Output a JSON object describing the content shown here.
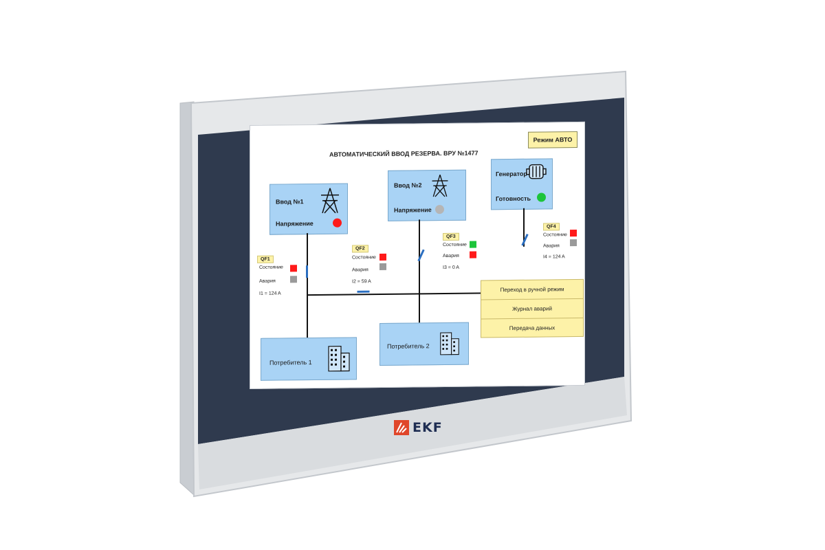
{
  "hmi": {
    "title": "АВТОМАТИЧЕСКИЙ ВВОД РЕЗЕРВА. ВРУ №1477",
    "mode_button": "Режим АВТО",
    "input1": {
      "label": "Ввод №1",
      "voltage_label": "Напряжение",
      "lamp_color": "#ff1a1a"
    },
    "input2": {
      "label": "Ввод №2",
      "voltage_label": "Напряжение",
      "lamp_color": "#b5b5b5"
    },
    "generator": {
      "label": "Генератор",
      "ready_label": "Готовность",
      "lamp_color": "#1cc43a"
    },
    "breakers": [
      {
        "tag": "QF1",
        "state_label": "Состояние",
        "alarm_label": "Авария",
        "current": "I1 = 124 A",
        "state_color": "#ff1a1a",
        "alarm_color": "#9a9a9a"
      },
      {
        "tag": "QF2",
        "state_label": "Состояние",
        "alarm_label": "Авария",
        "current": "I2 = 59 A",
        "state_color": "#ff1a1a",
        "alarm_color": "#9a9a9a"
      },
      {
        "tag": "QF3",
        "state_label": "Состояние",
        "alarm_label": "Авария",
        "current": "I3 = 0 A",
        "state_color": "#1cc43a",
        "alarm_color": "#ff1a1a"
      },
      {
        "tag": "QF4",
        "state_label": "Состояние",
        "alarm_label": "Авария",
        "current": "I4 = 124 A",
        "state_color": "#ff1a1a",
        "alarm_color": "#9a9a9a"
      }
    ],
    "consumer1": "Потребитель 1",
    "consumer2": "Потребитель 2",
    "menu": [
      "Переход в ручной режим",
      "Журнал аварий",
      "Передача данных"
    ]
  },
  "brand": {
    "name": "EKF",
    "color": "#e0462a"
  }
}
